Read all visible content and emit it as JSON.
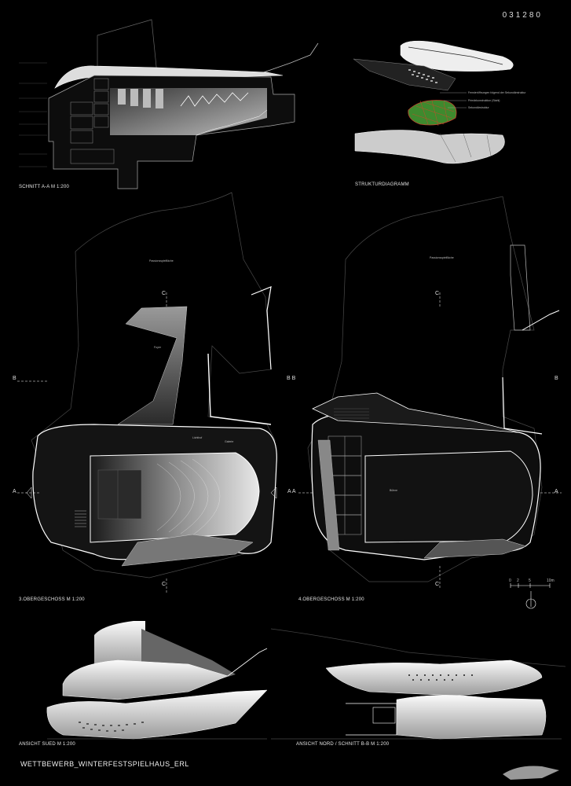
{
  "sheet_number": "031280",
  "footer": "WETTBEWERB_WINTERFESTSPIELHAUS_ERL",
  "drawings": {
    "section_aa": "SCHNITT A-A M 1:200",
    "structure": "STRUKTURDIAGRAMM",
    "plan_3og": "3.OBERGESCHOSS M 1:200",
    "plan_4og": "4.OBERGESCHOSS M 1:200",
    "elev_south": "ANSICHT SUED M 1:200",
    "elev_north": "ANSICHT NORD / SCHNITT B-B M 1:200"
  },
  "structure_legend": [
    "Fensteröffnungen folgend der Sekundärstruktur",
    "Primärkonstruktion (Stahl)",
    "Sekundärstruktur"
  ],
  "plan_labels": {
    "terrace": "Passionsspielfläche",
    "foyer": "Foyer",
    "gallery": "Galerie",
    "stair": "Lichthof",
    "stage": "Bühne"
  },
  "section_markers": {
    "a": "A",
    "b": "B",
    "c": "C",
    "bb": "B B",
    "aa": "A A"
  },
  "scale_bar": [
    "0",
    "2",
    "5",
    "10m"
  ]
}
